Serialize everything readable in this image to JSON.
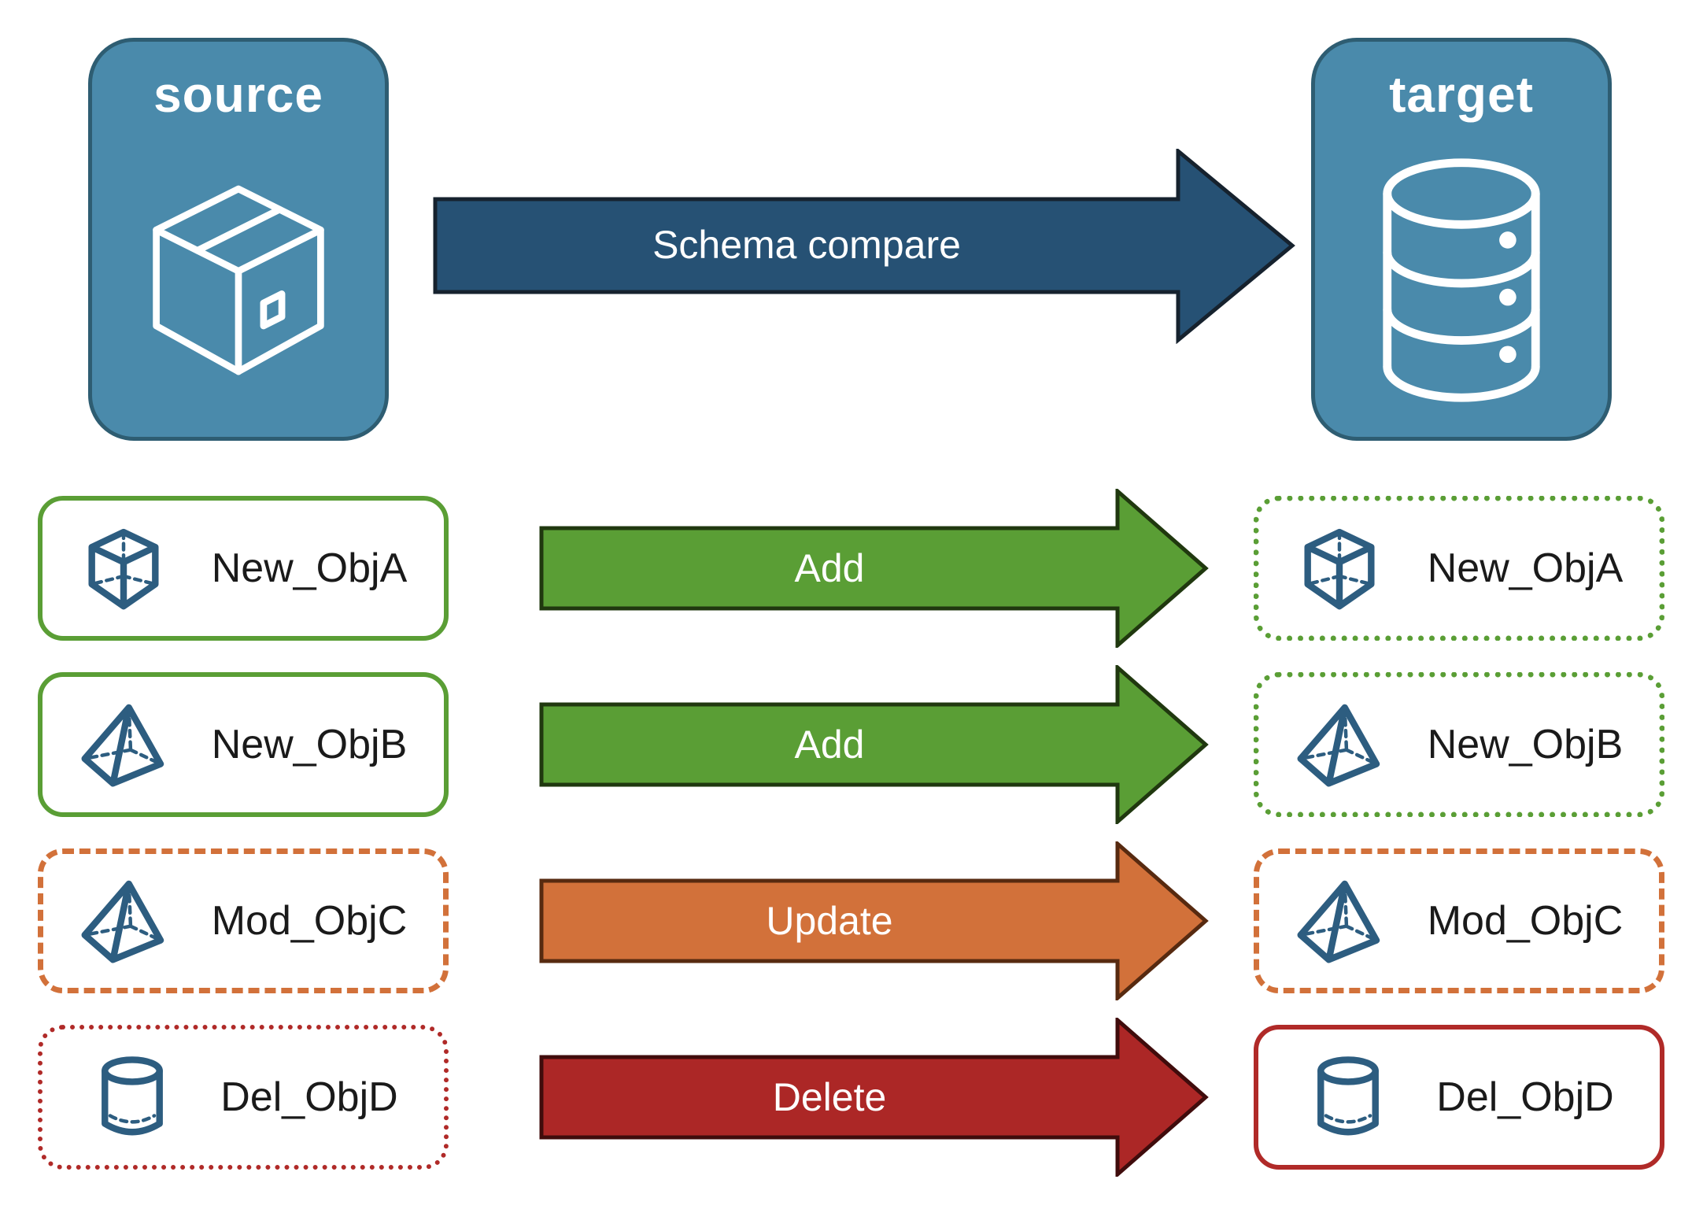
{
  "header": {
    "source": {
      "title": "source",
      "icon": "package-box-icon"
    },
    "target": {
      "title": "target",
      "icon": "database-icon"
    },
    "arrow": {
      "label": "Schema compare"
    }
  },
  "rows": [
    {
      "source": {
        "label": "New_ObjA",
        "icon": "cube-icon",
        "border_style": "green-solid"
      },
      "action": {
        "label": "Add",
        "color": "#5a9e35"
      },
      "target": {
        "label": "New_ObjA",
        "icon": "cube-icon",
        "border_style": "green-dotted"
      }
    },
    {
      "source": {
        "label": "New_ObjB",
        "icon": "pyramid-icon",
        "border_style": "green-solid"
      },
      "action": {
        "label": "Add",
        "color": "#5a9e35"
      },
      "target": {
        "label": "New_ObjB",
        "icon": "pyramid-icon",
        "border_style": "green-dotted"
      }
    },
    {
      "source": {
        "label": "Mod_ObjC",
        "icon": "pyramid-icon",
        "border_style": "orange-dashed"
      },
      "action": {
        "label": "Update",
        "color": "#d2713a"
      },
      "target": {
        "label": "Mod_ObjC",
        "icon": "pyramid-icon",
        "border_style": "orange-dashed"
      }
    },
    {
      "source": {
        "label": "Del_ObjD",
        "icon": "cylinder-icon",
        "border_style": "red-dotted"
      },
      "action": {
        "label": "Delete",
        "color": "#ac2726"
      },
      "target": {
        "label": "Del_ObjD",
        "icon": "cylinder-icon",
        "border_style": "red-solid"
      }
    }
  ],
  "colors": {
    "panel_blue": "#4a8aab",
    "panel_blue_border": "#2e5d72",
    "compare_arrow_fill": "#265174",
    "compare_arrow_stroke": "#16222e",
    "add_green": "#5a9e35",
    "add_green_stroke": "#20380f",
    "update_orange": "#d2713a",
    "update_orange_stroke": "#572a10",
    "delete_red": "#ac2726",
    "delete_red_stroke": "#400c0c",
    "icon_blue": "#2d5d80",
    "label_text": "#1a1a1a",
    "arrow_text": "#ffffff"
  }
}
